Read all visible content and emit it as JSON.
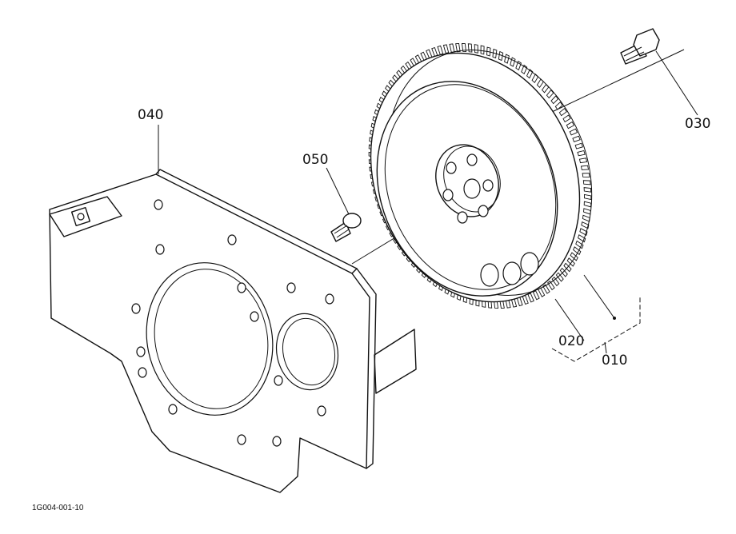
{
  "labels": {
    "p010": "010",
    "p020": "020",
    "p030": "030",
    "p040": "040",
    "p050": "050"
  },
  "figure_id": "1G004-001-10",
  "ring_gear_teeth": 110
}
